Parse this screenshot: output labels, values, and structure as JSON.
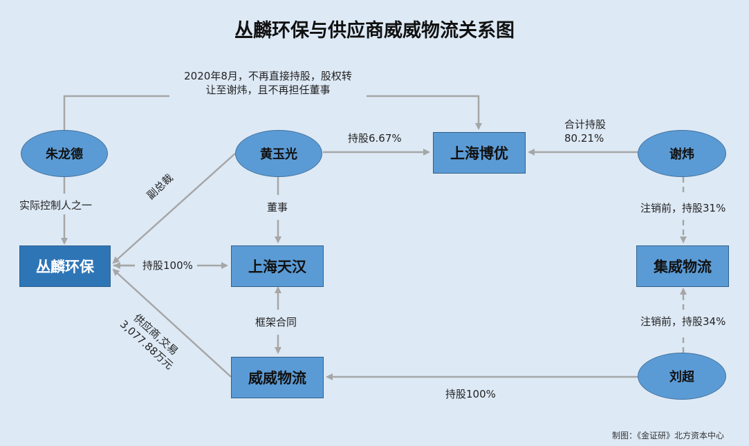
{
  "title": "丛麟环保与供应商威威物流关系图",
  "nodes": {
    "zhulongde": "朱龙德",
    "huangyuguang": "黄玉光",
    "xiewei": "谢炜",
    "liuchao": "刘超",
    "conglin": "丛麟环保",
    "shanghai_tianhan": "上海天汉",
    "shanghai_boyou": "上海博优",
    "jiwei": "集威物流",
    "weiwei": "威威物流"
  },
  "labels": {
    "top_note_line1": "2020年8月，不再直接持股，股权转",
    "top_note_line2": "让至谢炜，且不再担任董事",
    "actual_controller": "实际控制人之一",
    "vice_president": "副总裁",
    "director": "董事",
    "hold_667": "持股6.67%",
    "total_hold_line1": "合计持股",
    "total_hold_line2": "80.21%",
    "hold_100_tianhan": "持股100%",
    "framework_contract": "框架合同",
    "supplier_line1": "供应商,交易",
    "supplier_line2": "3,077.88万元",
    "before_cancel_31": "注销前，持股31%",
    "before_cancel_34": "注销前，持股34%",
    "hold_100_weiwei": "持股100%"
  },
  "footer": "制图：《金证研》北方资本中心",
  "colors": {
    "background": "#dde9f5",
    "node_fill": "#5b9bd5",
    "highlight_fill": "#2e75b6",
    "line": "#a6a6a6"
  }
}
